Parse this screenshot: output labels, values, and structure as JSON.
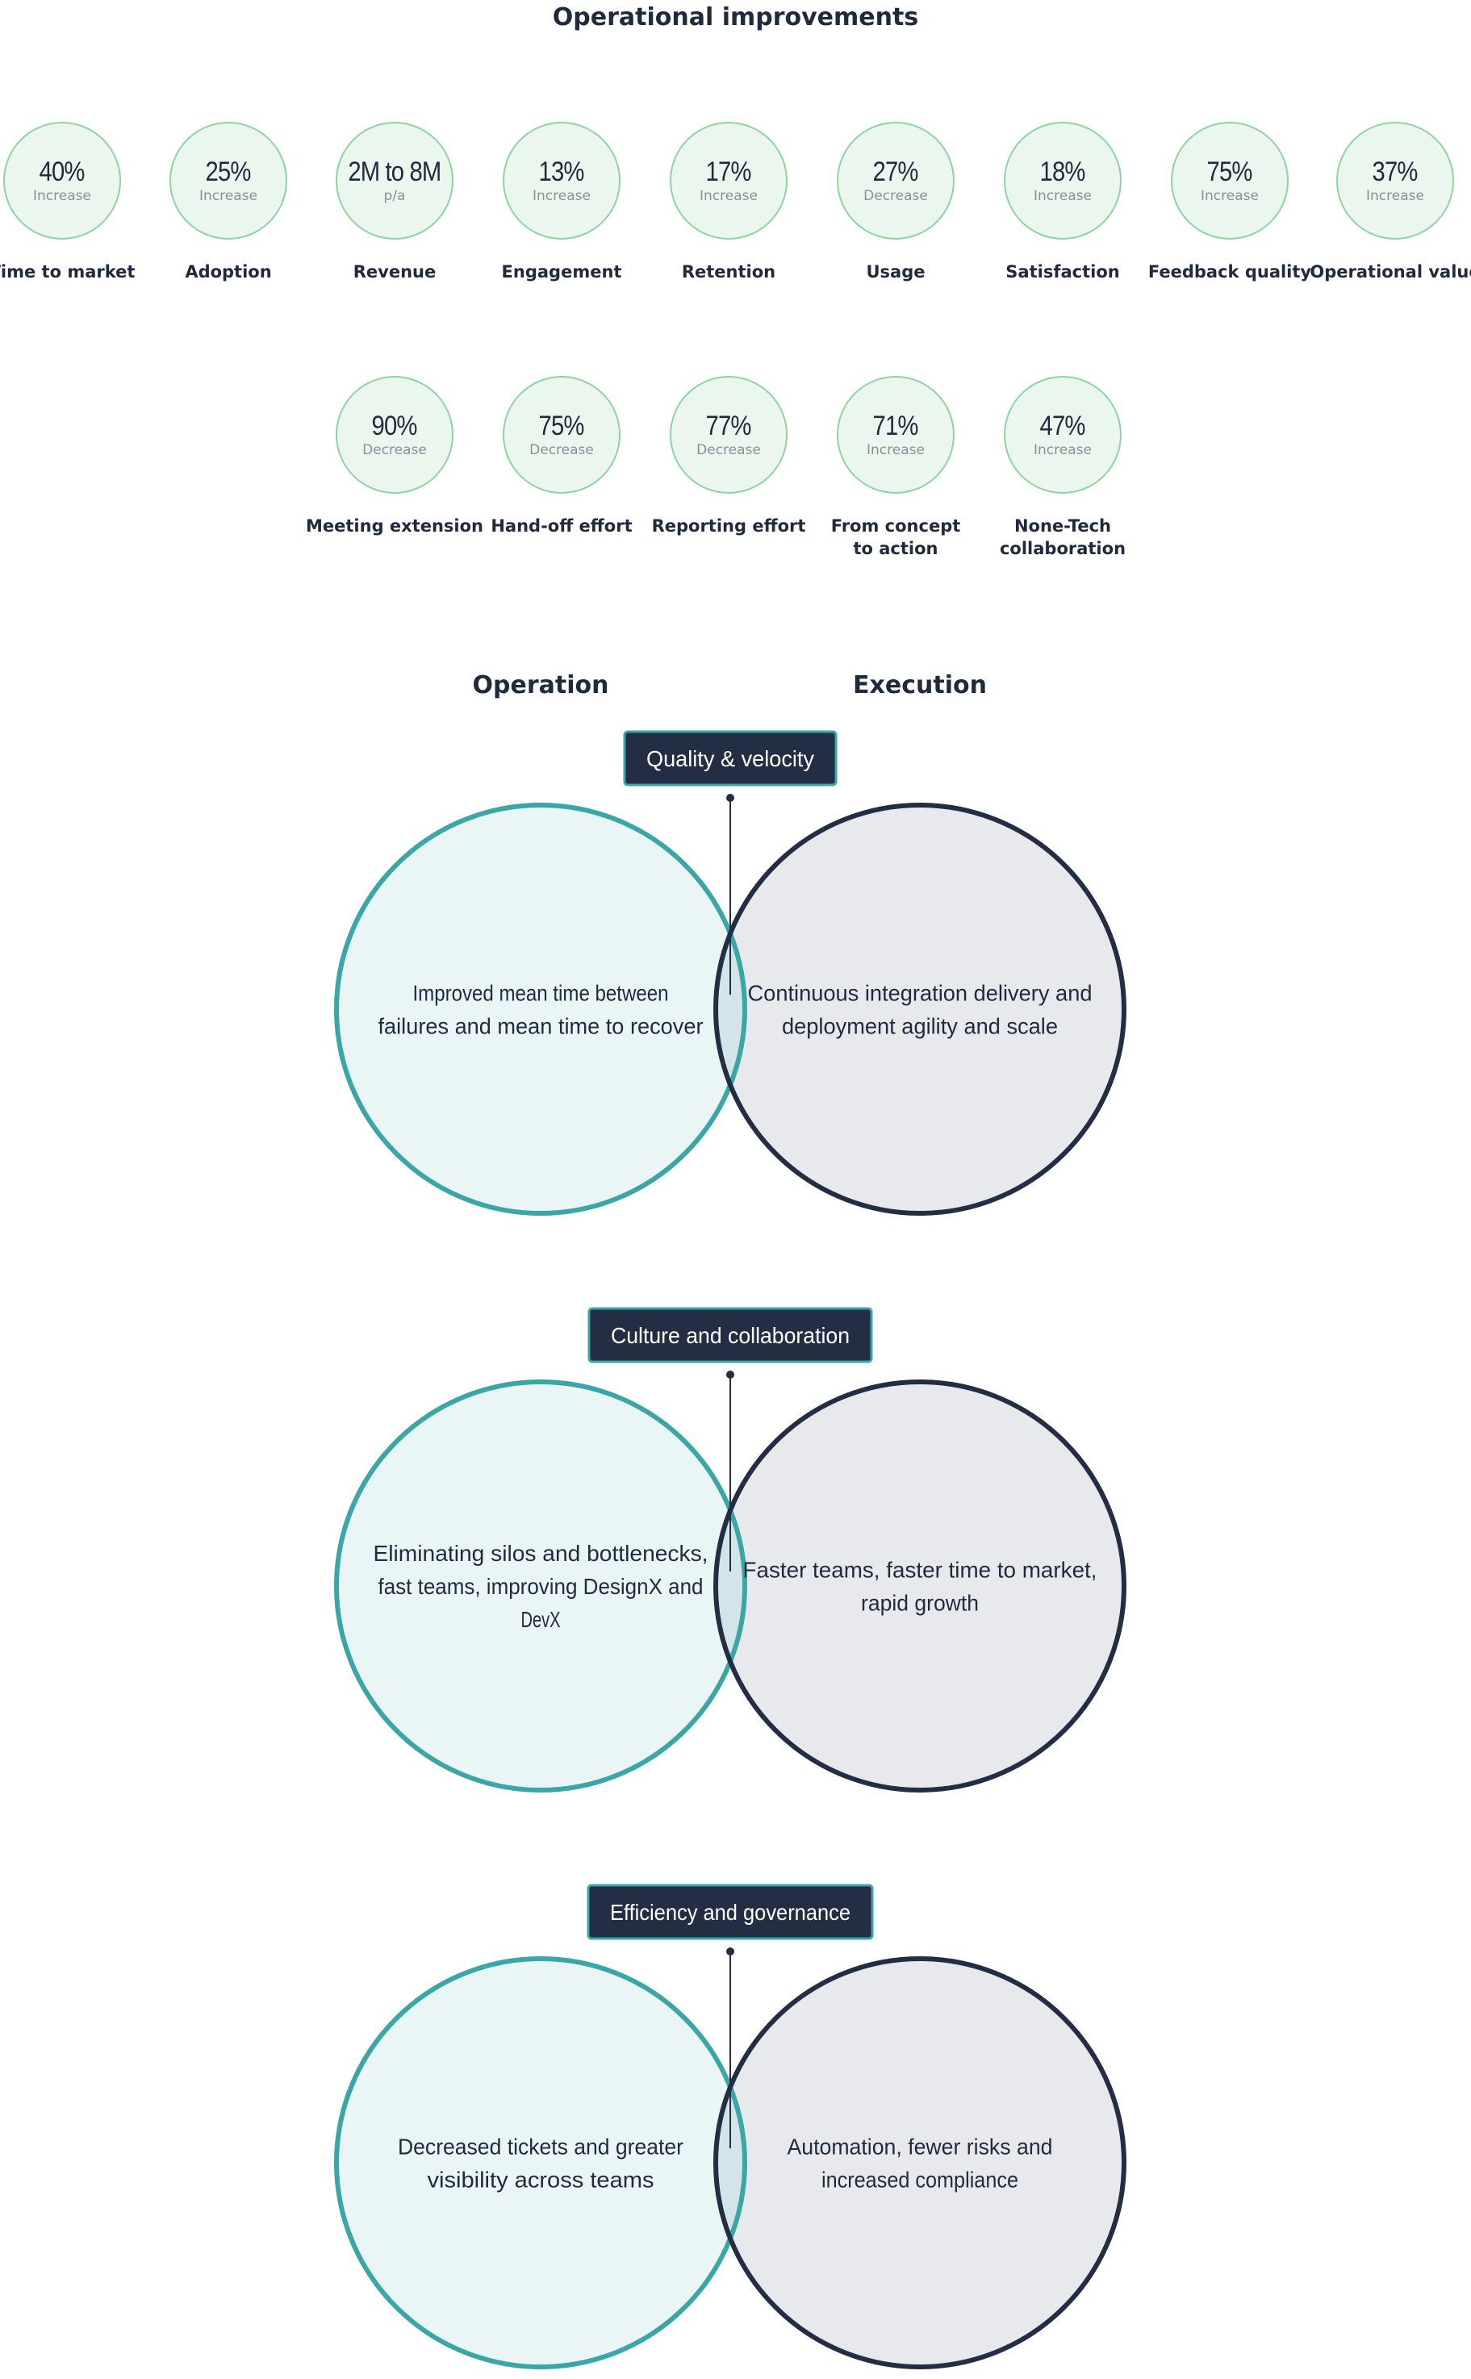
{
  "title": "Operational improvements",
  "metrics_row1": [
    {
      "value": "40%",
      "sub": "Increase",
      "label": "Time to market"
    },
    {
      "value": "25%",
      "sub": "Increase",
      "label": "Adoption"
    },
    {
      "value": "2M to 8M",
      "sub": "p/a",
      "label": "Revenue"
    },
    {
      "value": "13%",
      "sub": "Increase",
      "label": "Engagement"
    },
    {
      "value": "17%",
      "sub": "Increase",
      "label": "Retention"
    },
    {
      "value": "27%",
      "sub": "Decrease",
      "label": "Usage"
    },
    {
      "value": "18%",
      "sub": "Increase",
      "label": "Satisfaction"
    },
    {
      "value": "75%",
      "sub": "Increase",
      "label": "Feedback quality"
    },
    {
      "value": "37%",
      "sub": "Increase",
      "label": "Operational value"
    }
  ],
  "metrics_row2": [
    {
      "value": "90%",
      "sub": "Decrease",
      "label": "Meeting extension"
    },
    {
      "value": "75%",
      "sub": "Decrease",
      "label": "Hand-off effort"
    },
    {
      "value": "77%",
      "sub": "Decrease",
      "label": "Reporting effort"
    },
    {
      "value": "71%",
      "sub": "Increase",
      "label": "From concept to action"
    },
    {
      "value": "47%",
      "sub": "Increase",
      "label": "None-Tech collaboration"
    }
  ],
  "columns": {
    "left": "Operation",
    "right": "Execution"
  },
  "venns": [
    {
      "title": "Quality & velocity",
      "left_lines": [
        "Improved mean time between",
        "failures and mean time to recover"
      ],
      "right_lines": [
        "Continuous integration delivery and",
        "deployment agility and scale"
      ]
    },
    {
      "title": "Culture and collaboration",
      "left_lines": [
        "Eliminating silos and bottlenecks,",
        "fast teams, improving DesignX and",
        "DevX"
      ],
      "right_lines": [
        "Faster teams, faster time to market,",
        "rapid growth"
      ]
    },
    {
      "title": "Efficiency and governance",
      "left_lines": [
        "Decreased tickets and greater",
        "visibility across teams"
      ],
      "right_lines": [
        "Automation, fewer risks and",
        "increased compliance"
      ]
    }
  ],
  "colors": {
    "teal": "#3aa6a5",
    "navy": "#232e45",
    "metric_fill": "#ebf6ee",
    "metric_border": "#8fd3a2",
    "left_fill": "#eaf5f5",
    "right_fill": "#e8e9ec",
    "overlap_fill": "#d4e5e9"
  }
}
